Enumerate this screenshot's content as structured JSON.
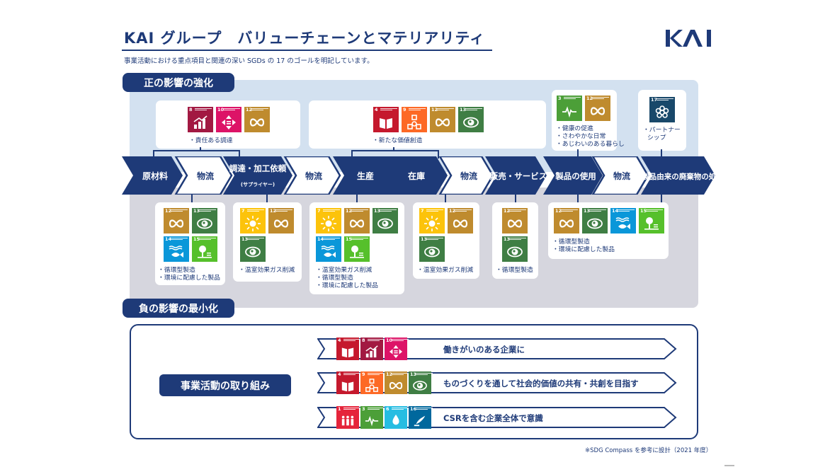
{
  "header": {
    "title": "KAI グループ　バリューチェーンとマテリアリティ",
    "subtitle": "事業活動における重点項目と関連の深い SGDs の 17 のゴールを明記しています。",
    "logo_text": "KAI"
  },
  "colors": {
    "navy": "#1e3a78",
    "upper_band": "#d3e1f0",
    "lower_band": "#d6d6de",
    "sdg1": "#e5243b",
    "sdg3": "#4c9f38",
    "sdg4": "#c5192d",
    "sdg6": "#26bde2",
    "sdg7": "#fcc30b",
    "sdg8": "#a21942",
    "sdg9": "#fd6925",
    "sdg10": "#dd1367",
    "sdg12": "#bf8b2e",
    "sdg13": "#3f7e44",
    "sdg14": "#0a97d9",
    "sdg15": "#56c02b",
    "sdg16": "#00689d",
    "sdg17": "#19486a"
  },
  "sections": {
    "positive": "正の影響の強化",
    "negative": "負の影響の最小化"
  },
  "value_chain": [
    "原材料",
    "物流",
    "調達・加工依頼",
    "(サプライヤー)",
    "物流",
    "生産",
    "在庫",
    "物流",
    "販売・サービス",
    "製品の使用",
    "物流",
    "製品由来の廃棄物の処理"
  ],
  "positive_cards": [
    {
      "goals": [
        "8",
        "10",
        "12"
      ],
      "items": [
        "・責任ある調達"
      ]
    },
    {
      "goals": [
        "4",
        "9",
        "12",
        "13"
      ],
      "items": [
        "・新たな価値創造"
      ]
    },
    {
      "goals": [
        "3",
        "12"
      ],
      "items": [
        "・健康の促進",
        "・さわやかな日常",
        "・あじわいのある暮らし"
      ]
    },
    {
      "goals": [
        "17"
      ],
      "items": [
        "・パートナー",
        "シップ"
      ]
    }
  ],
  "negative_cards": [
    {
      "goals": [
        "12",
        "13",
        "14",
        "15"
      ],
      "items": [
        "・循環型製造",
        "・環境に配慮した製品"
      ]
    },
    {
      "goals": [
        "7",
        "12",
        "13"
      ],
      "items": [
        "・温室効果ガス削減"
      ]
    },
    {
      "goals": [
        "7",
        "12",
        "13",
        "14",
        "15"
      ],
      "items": [
        "・温室効果ガス削減",
        "・循環型製造",
        "・環境に配慮した製品"
      ]
    },
    {
      "goals": [
        "7",
        "12",
        "13"
      ],
      "items": [
        "・温室効果ガス削減"
      ]
    },
    {
      "goals": [
        "12",
        "13"
      ],
      "items": [
        "・循環型製造"
      ]
    },
    {
      "goals": [
        "12",
        "13",
        "14",
        "15"
      ],
      "items": [
        "・循環型製造",
        "・環境に配慮した製品"
      ]
    }
  ],
  "activities": {
    "label": "事業活動の取り組み",
    "rows": [
      {
        "goals": [
          "4",
          "8",
          "10"
        ],
        "text": "働きがいのある企業に"
      },
      {
        "goals": [
          "4",
          "9",
          "12",
          "13"
        ],
        "text": "ものづくりを通して社会的価値の共有・共創を目指す"
      },
      {
        "goals": [
          "1",
          "3",
          "6",
          "16"
        ],
        "text": "CSRを含む企業全体で意識"
      }
    ]
  },
  "footnote": "※SDG Compass を参考に設計（2021 年度）"
}
